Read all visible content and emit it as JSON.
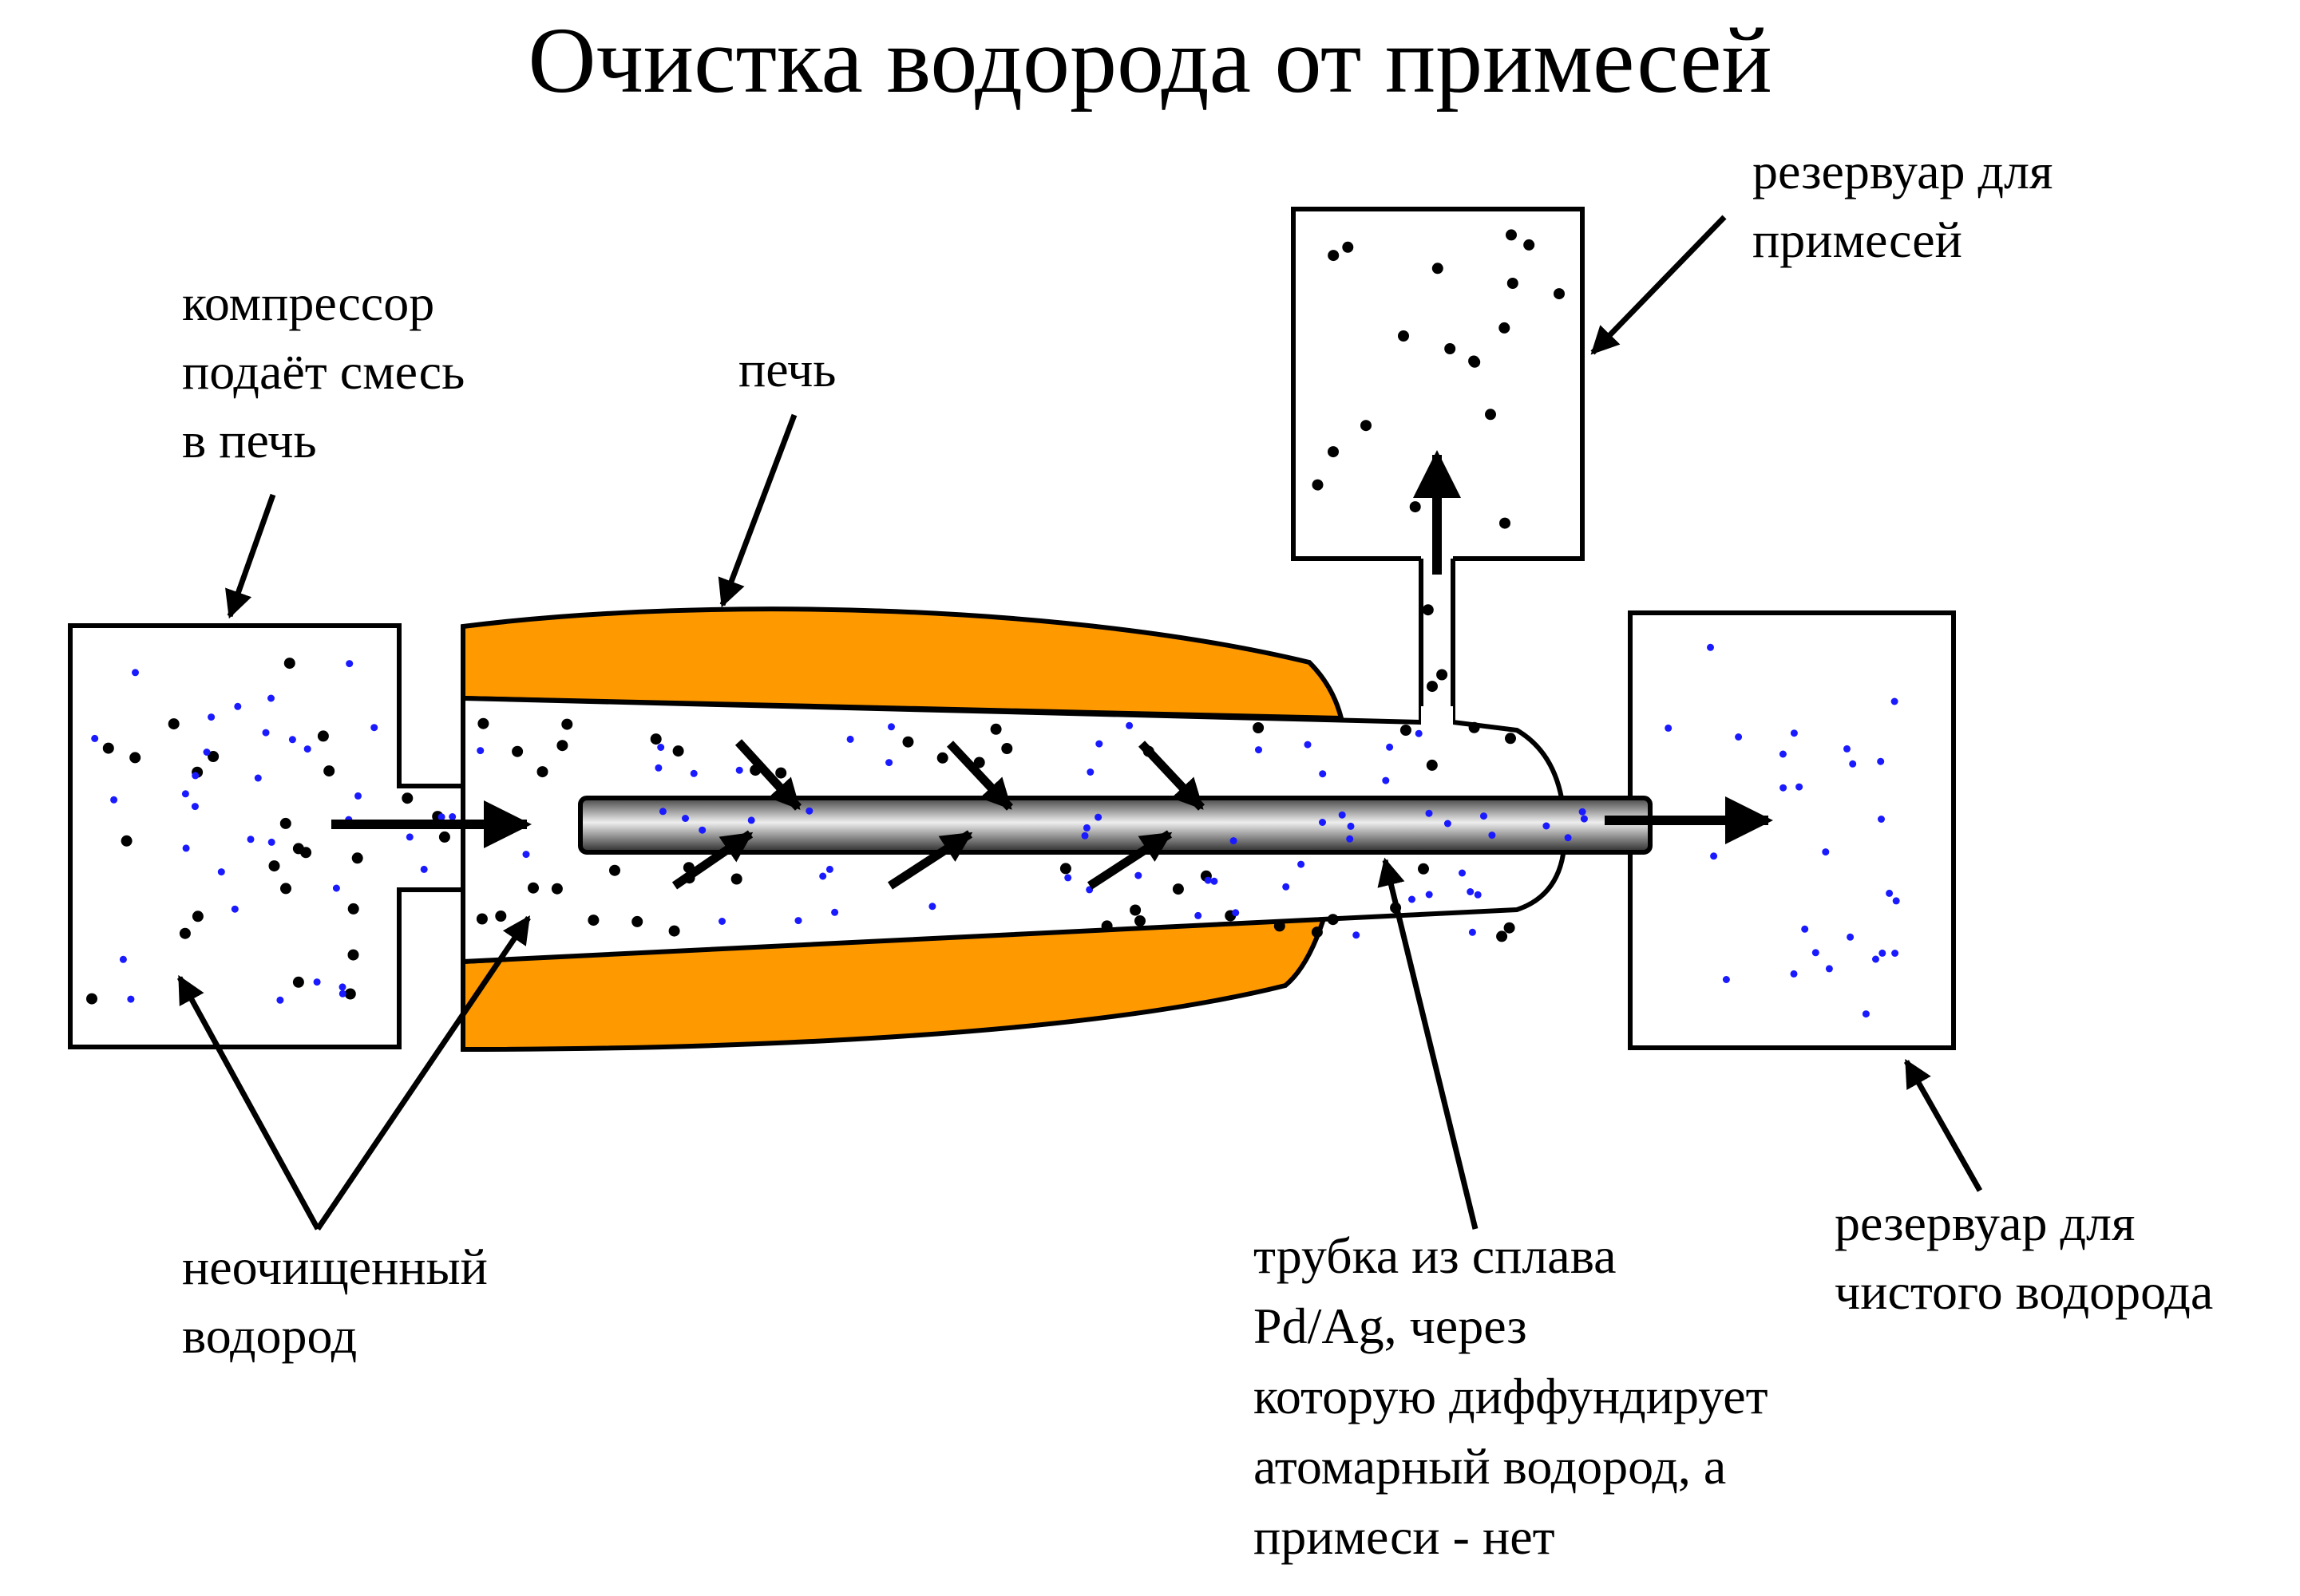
{
  "title": "Очистка водорода от примесей",
  "labels": {
    "compressor": [
      "компрессор",
      "подаёт смесь",
      "в печь"
    ],
    "furnace": [
      "печь"
    ],
    "impurity_reservoir": [
      "резервуар для",
      "примесей"
    ],
    "unpurified_hydrogen": [
      "неочищенный",
      "водород"
    ],
    "pd_ag_tube": [
      "трубка из сплава",
      "Pd/Ag, через",
      "которую диффундирует",
      "атомарный водород, а",
      "примеси - нет"
    ],
    "pure_reservoir": [
      "резервуар для",
      "чистого водорода"
    ]
  },
  "colors": {
    "furnace": "#ff9900",
    "hydrogen_dot": "#1a1aff",
    "impurity_dot": "#000000",
    "outline": "#000000"
  }
}
